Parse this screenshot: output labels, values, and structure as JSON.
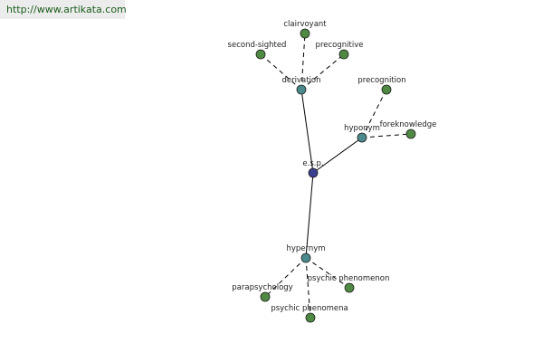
{
  "watermark": "http://www.artikata.com",
  "colors": {
    "center": "#3b3f8f",
    "relation": "#4a8a8c",
    "leaf": "#4f8a43"
  },
  "graph": {
    "nodes": [
      {
        "id": "esp",
        "label": "e.s.p.",
        "kind": "center"
      },
      {
        "id": "derivation",
        "label": "derivation",
        "kind": "relation"
      },
      {
        "id": "hyponym",
        "label": "hyponym",
        "kind": "relation"
      },
      {
        "id": "hypernym",
        "label": "hypernym",
        "kind": "relation"
      },
      {
        "id": "clairvoyant",
        "label": "clairvoyant",
        "kind": "leaf"
      },
      {
        "id": "second-sighted",
        "label": "second-sighted",
        "kind": "leaf"
      },
      {
        "id": "precognitive",
        "label": "precognitive",
        "kind": "leaf"
      },
      {
        "id": "precognition",
        "label": "precognition",
        "kind": "leaf"
      },
      {
        "id": "foreknowledge",
        "label": "foreknowledge",
        "kind": "leaf"
      },
      {
        "id": "parapsychology",
        "label": "parapsychology",
        "kind": "leaf"
      },
      {
        "id": "psychic-phenomenon",
        "label": "psychic phenomenon",
        "kind": "leaf"
      },
      {
        "id": "psychic-phenomena",
        "label": "psychic phenomena",
        "kind": "leaf"
      }
    ],
    "edges": [
      {
        "from": "esp",
        "to": "derivation",
        "style": "solid"
      },
      {
        "from": "esp",
        "to": "hyponym",
        "style": "solid"
      },
      {
        "from": "esp",
        "to": "hypernym",
        "style": "solid"
      },
      {
        "from": "derivation",
        "to": "clairvoyant",
        "style": "dashed"
      },
      {
        "from": "derivation",
        "to": "second-sighted",
        "style": "dashed"
      },
      {
        "from": "derivation",
        "to": "precognitive",
        "style": "dashed"
      },
      {
        "from": "hyponym",
        "to": "precognition",
        "style": "dashed"
      },
      {
        "from": "hyponym",
        "to": "foreknowledge",
        "style": "dashed"
      },
      {
        "from": "hypernym",
        "to": "parapsychology",
        "style": "dashed"
      },
      {
        "from": "hypernym",
        "to": "psychic-phenomenon",
        "style": "dashed"
      },
      {
        "from": "hypernym",
        "to": "psychic-phenomena",
        "style": "dashed"
      }
    ]
  }
}
